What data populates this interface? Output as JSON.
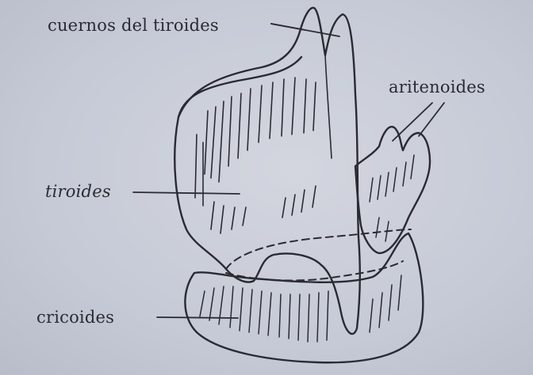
{
  "labels": {
    "cuernos": "cuernos del tiroides",
    "aritenoides": "aritenoides",
    "tiroides": "tiroides",
    "cricoides": "cricoides"
  },
  "colors": {
    "ink": "#2a2a33",
    "paper": "#c9cdd8"
  }
}
